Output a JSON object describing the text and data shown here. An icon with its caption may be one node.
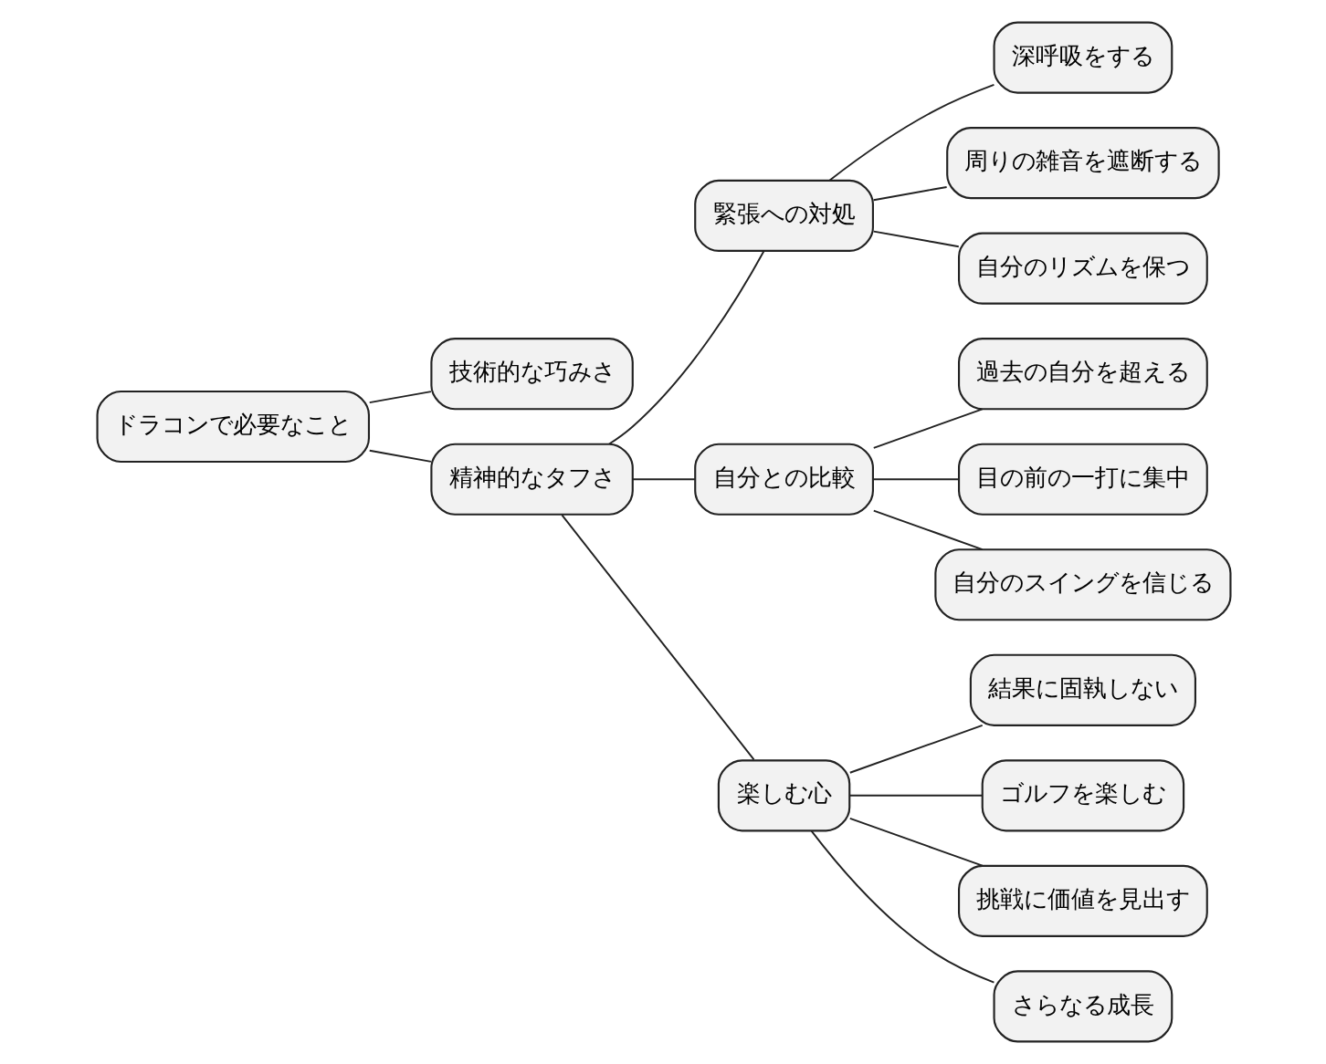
{
  "diagram": {
    "nodes": [
      {
        "text": [
          "ドラコンで必要なこと"
        ]
      },
      {
        "text": [
          "技術的な巧みさ"
        ]
      },
      {
        "text": [
          "精神的なタフさ"
        ]
      },
      {
        "text": [
          "緊張への対処"
        ]
      },
      {
        "text": [
          "深呼吸をする"
        ]
      },
      {
        "text": [
          "周りの雑音を遮断する"
        ]
      },
      {
        "text": [
          "自分のリズムを保つ"
        ]
      },
      {
        "text": [
          "自分との比較"
        ]
      },
      {
        "text": [
          "過去の自分を超える"
        ]
      },
      {
        "text": [
          "目の前の一打に集中"
        ]
      },
      {
        "text": [
          "自分のスイングを信じる"
        ]
      },
      {
        "text": [
          "楽しむ心"
        ]
      },
      {
        "text": [
          "結果に固執しない"
        ]
      },
      {
        "text": [
          "ゴルフを楽しむ"
        ]
      },
      {
        "text": [
          "挑戦に価値を見出す"
        ]
      },
      {
        "text": [
          "さらなる成長"
        ]
      }
    ],
    "edges": [
      {
        "from": 0,
        "to": 1,
        "arrow": "none"
      },
      {
        "from": 0,
        "to": 2,
        "arrow": "none"
      },
      {
        "from": 2,
        "to": 3,
        "arrow": "none"
      },
      {
        "from": 2,
        "to": 7,
        "arrow": "none"
      },
      {
        "from": 2,
        "to": 11,
        "arrow": "none"
      },
      {
        "from": 3,
        "to": 4,
        "arrow": "none"
      },
      {
        "from": 3,
        "to": 5,
        "arrow": "none"
      },
      {
        "from": 3,
        "to": 6,
        "arrow": "none"
      },
      {
        "from": 7,
        "to": 8,
        "arrow": "none"
      },
      {
        "from": 7,
        "to": 9,
        "arrow": "none"
      },
      {
        "from": 7,
        "to": 10,
        "arrow": "none"
      },
      {
        "from": 11,
        "to": 12,
        "arrow": "none"
      },
      {
        "from": 11,
        "to": 13,
        "arrow": "none"
      },
      {
        "from": 11,
        "to": 14,
        "arrow": "none"
      },
      {
        "from": 11,
        "to": 15,
        "arrow": "none"
      }
    ]
  }
}
